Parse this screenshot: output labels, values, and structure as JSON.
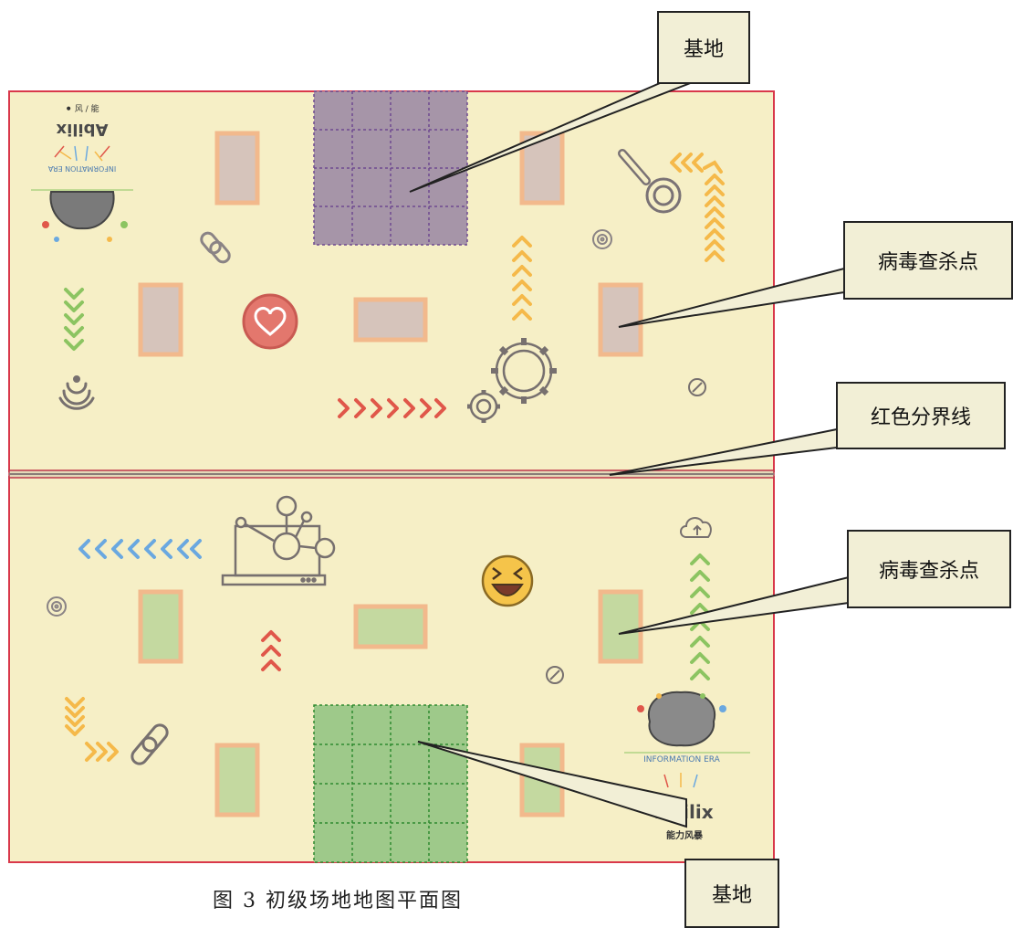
{
  "callouts": {
    "base_top": "基地",
    "virus_point_top": "病毒查杀点",
    "red_boundary": "红色分界线",
    "virus_point_bottom": "病毒查杀点",
    "base_bottom": "基地"
  },
  "caption": "图 3 初级场地地图平面图",
  "logo_top": {
    "brand": "Abilix",
    "subtitle": "INFORMATION ERA"
  },
  "logo_bottom": {
    "line1": "INFORMATION ERA",
    "brand": "Abilix",
    "slogan": "能力风暴"
  },
  "colors": {
    "field_bg": "#f6efc6",
    "border_red": "#d9384a",
    "base_top_fill": "#a695a8",
    "base_bottom_fill": "#9ec98a",
    "pad_top_fill": "#d6c4bb",
    "pad_bottom_fill": "#c4d9a0",
    "pad_border": "#f2b98c",
    "arrow_green": "#8cc461",
    "arrow_orange": "#f5b94a",
    "arrow_red": "#e0574a",
    "arrow_blue": "#6aa8e0",
    "callout_fill": "#f2efd6"
  },
  "icons": [
    "magnifier-icon",
    "chain-link-icon",
    "disc-icon",
    "heart-icon",
    "gear-icon",
    "wifi-icon",
    "compass-icon",
    "network-computer-icon",
    "cloud-upload-icon",
    "laughing-emoji-icon"
  ]
}
